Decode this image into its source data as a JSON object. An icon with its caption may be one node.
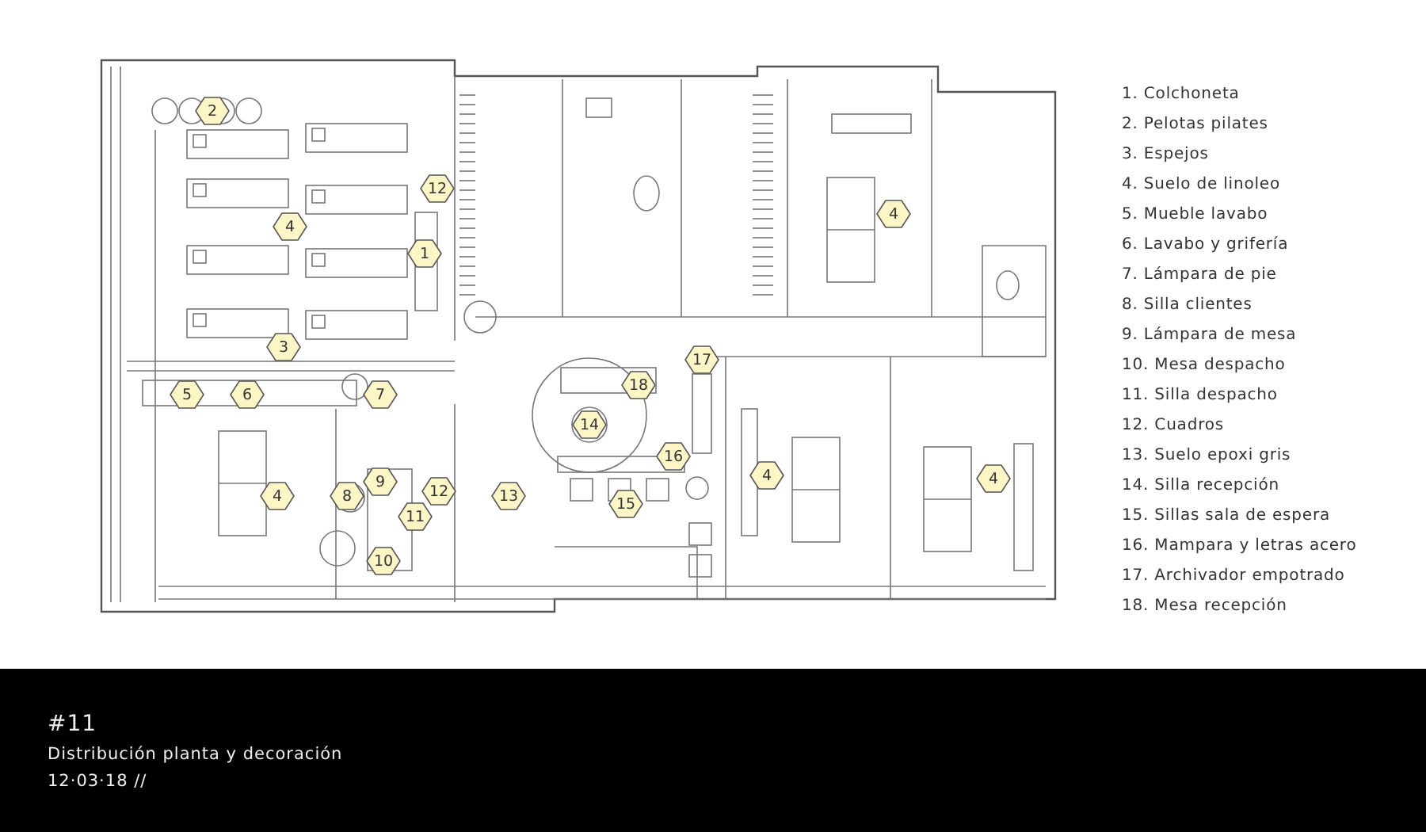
{
  "diagram": {
    "title": "Distribución planta y decoración",
    "nodes": [
      {
        "text": [
          "2"
        ]
      },
      {
        "text": [
          "12"
        ]
      },
      {
        "text": [
          "4"
        ]
      },
      {
        "text": [
          "4"
        ]
      },
      {
        "text": [
          "1"
        ]
      },
      {
        "text": [
          "3"
        ]
      },
      {
        "text": [
          "17"
        ]
      },
      {
        "text": [
          "18"
        ]
      },
      {
        "text": [
          "5"
        ]
      },
      {
        "text": [
          "6"
        ]
      },
      {
        "text": [
          "7"
        ]
      },
      {
        "text": [
          "14"
        ]
      },
      {
        "text": [
          "16"
        ]
      },
      {
        "text": [
          "4"
        ]
      },
      {
        "text": [
          "4"
        ]
      },
      {
        "text": [
          "9"
        ]
      },
      {
        "text": [
          "4"
        ]
      },
      {
        "text": [
          "8"
        ]
      },
      {
        "text": [
          "12"
        ]
      },
      {
        "text": [
          "13"
        ]
      },
      {
        "text": [
          "15"
        ]
      },
      {
        "text": [
          "11"
        ]
      },
      {
        "text": [
          "10"
        ]
      }
    ],
    "labels": [
      "1. Colchoneta",
      "2. Pelotas pilates",
      "3. Espejos",
      "4. Suelo de linoleo",
      "5. Mueble lavabo",
      "6. Lavabo y grifería",
      "7. Lámpara de pie",
      "8. Silla clientes",
      "9. Lámpara de mesa",
      "10. Mesa despacho",
      "11. Silla despacho",
      "12. Cuadros",
      "13. Suelo epoxi gris",
      "14. Silla recepción",
      "15. Sillas sala de espera",
      "16. Mampara y letras acero",
      "17. Archivador empotrado",
      "18. Mesa recepción",
      "#11",
      "12·03·18 //"
    ]
  }
}
